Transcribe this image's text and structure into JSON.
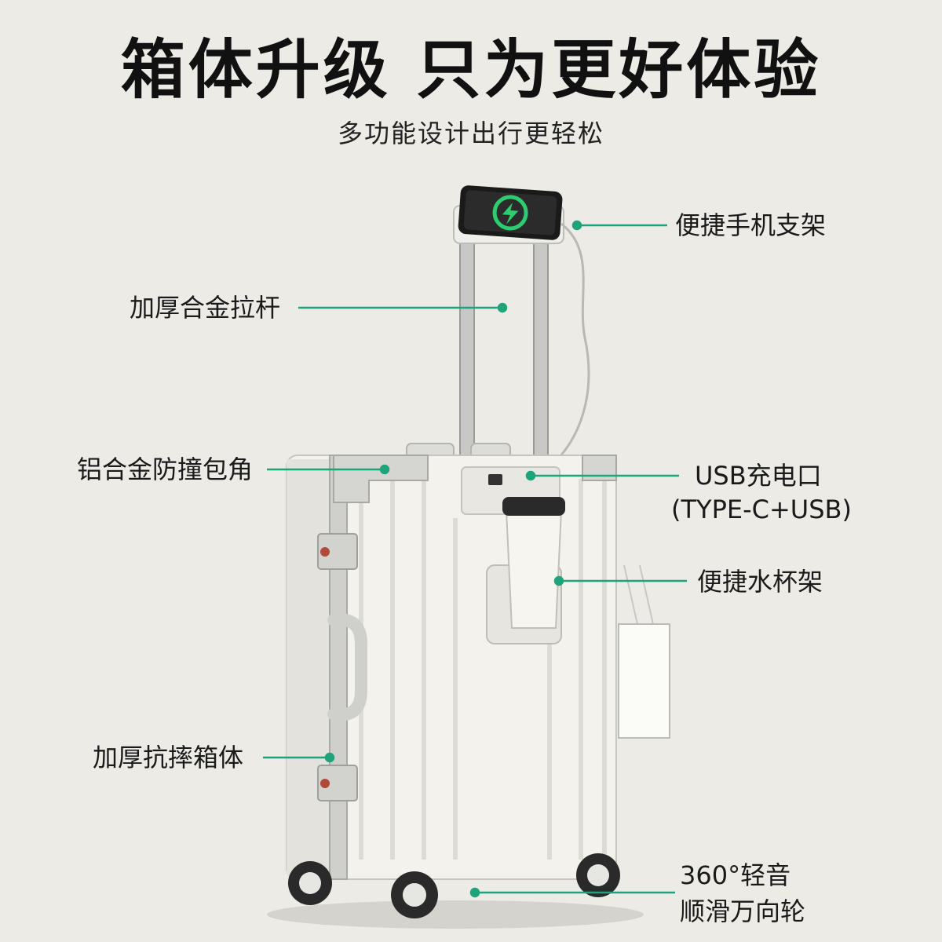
{
  "header": {
    "title": "箱体升级 只为更好体验",
    "subtitle": "多功能设计出行更轻松"
  },
  "features": {
    "phone_holder": "便捷手机支架",
    "trolley": "加厚合金拉杆",
    "corner": "铝合金防撞包角",
    "usb_line1": "USB充电口",
    "usb_line2": "(TYPE-C+USB)",
    "cup_holder": "便捷水杯架",
    "body": "加厚抗摔箱体",
    "wheels_line1": "360°轻音",
    "wheels_line2": "顺滑万向轮"
  },
  "colors": {
    "background": "#ecebe6",
    "accent": "#1fa37a",
    "suitcase": "#f4f3ee",
    "frame": "#c9c9c6"
  }
}
